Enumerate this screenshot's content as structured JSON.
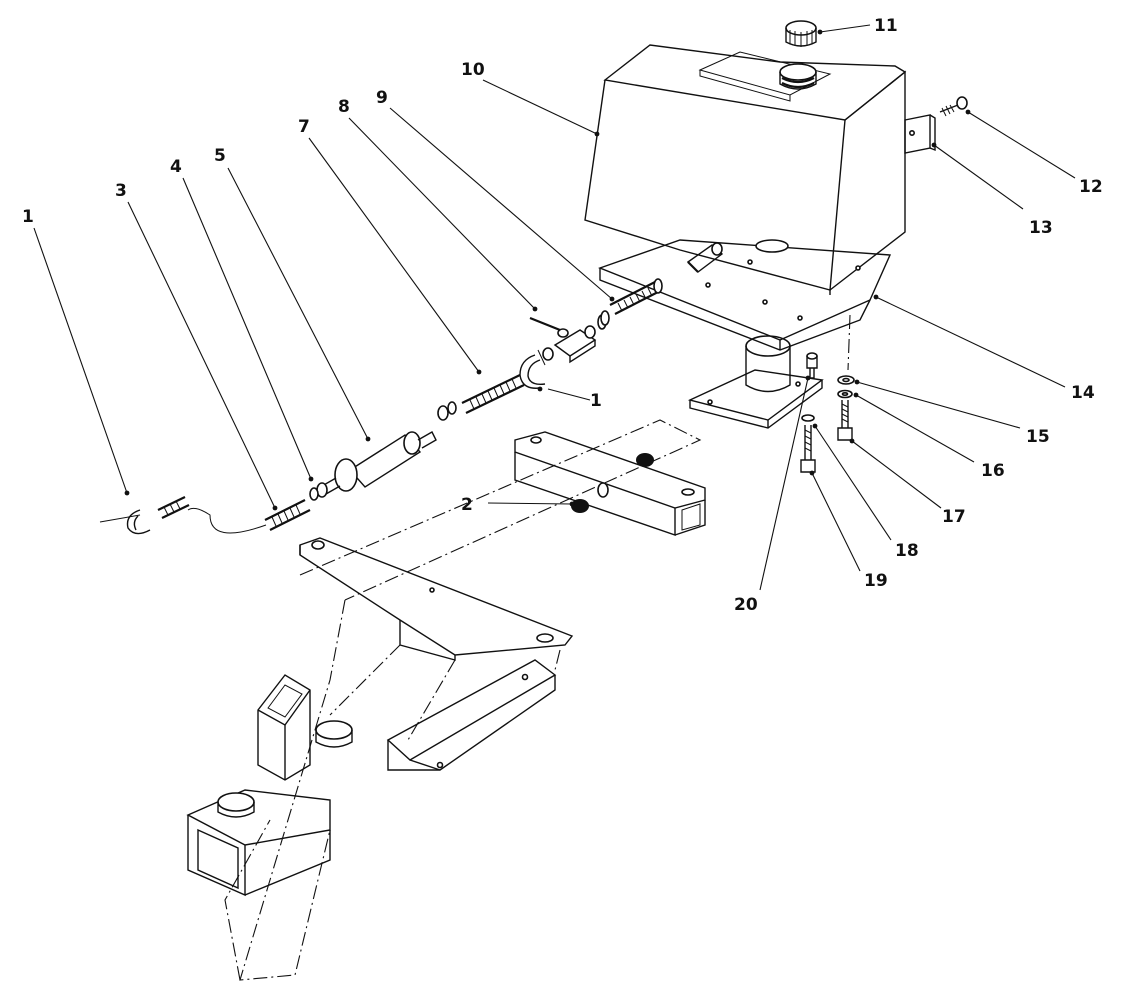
{
  "diagram": {
    "callouts": [
      {
        "id": "c1a",
        "label": "1"
      },
      {
        "id": "c1b",
        "label": "1"
      },
      {
        "id": "c2",
        "label": "2"
      },
      {
        "id": "c3",
        "label": "3"
      },
      {
        "id": "c4",
        "label": "4"
      },
      {
        "id": "c5",
        "label": "5"
      },
      {
        "id": "c7",
        "label": "7"
      },
      {
        "id": "c8",
        "label": "8"
      },
      {
        "id": "c9",
        "label": "9"
      },
      {
        "id": "c10",
        "label": "10"
      },
      {
        "id": "c11",
        "label": "11"
      },
      {
        "id": "c12",
        "label": "12"
      },
      {
        "id": "c13",
        "label": "13"
      },
      {
        "id": "c14",
        "label": "14"
      },
      {
        "id": "c15",
        "label": "15"
      },
      {
        "id": "c16",
        "label": "16"
      },
      {
        "id": "c17",
        "label": "17"
      },
      {
        "id": "c18",
        "label": "18"
      },
      {
        "id": "c19",
        "label": "19"
      },
      {
        "id": "c20",
        "label": "20"
      }
    ]
  }
}
